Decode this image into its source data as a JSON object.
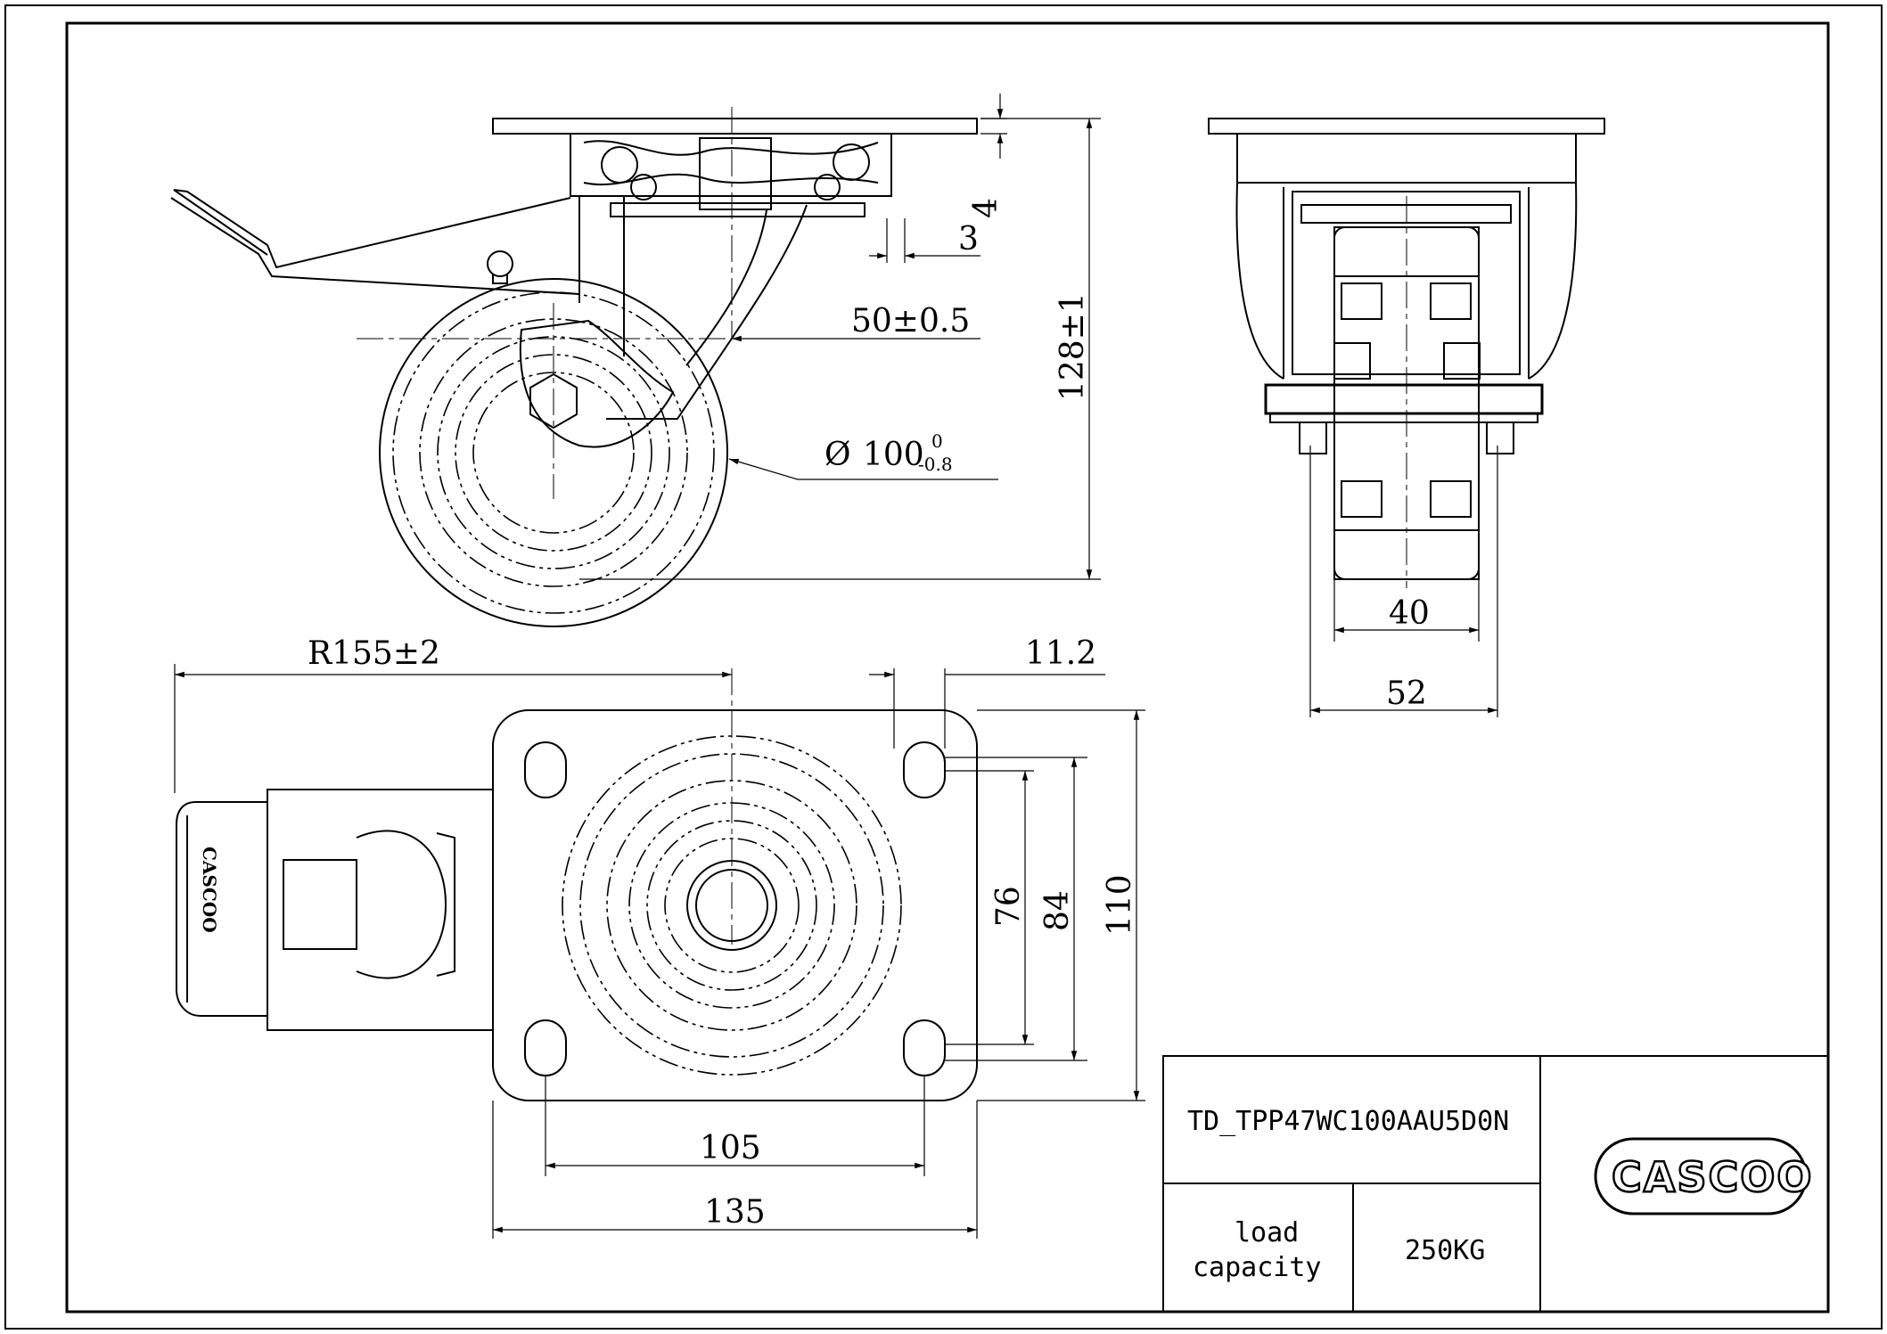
{
  "drawing": {
    "part_number": "TD_TPP47WC100AAU5D0N",
    "load_capacity_label_line1": "load",
    "load_capacity_label_line2": "capacity",
    "load_capacity_value": "250KG",
    "brand": "CASCOO",
    "side_logo_text": "CASCOO"
  },
  "dimensions": {
    "plate_thickness": "4",
    "offset": "3",
    "swivel_offset": "50±0.5",
    "overall_height": "128±1",
    "wheel_diameter_main": "100",
    "wheel_diameter_tol_upper": "0",
    "wheel_diameter_tol_lower": "-0.8",
    "wheel_width": "40",
    "overall_width": "52",
    "swivel_radius": "R155±2",
    "slot_width": "11.2",
    "hole_spacing_short": "76",
    "hole_spacing_long": "84",
    "plate_length": "110",
    "hole_spacing_width": "105",
    "plate_width": "135"
  }
}
